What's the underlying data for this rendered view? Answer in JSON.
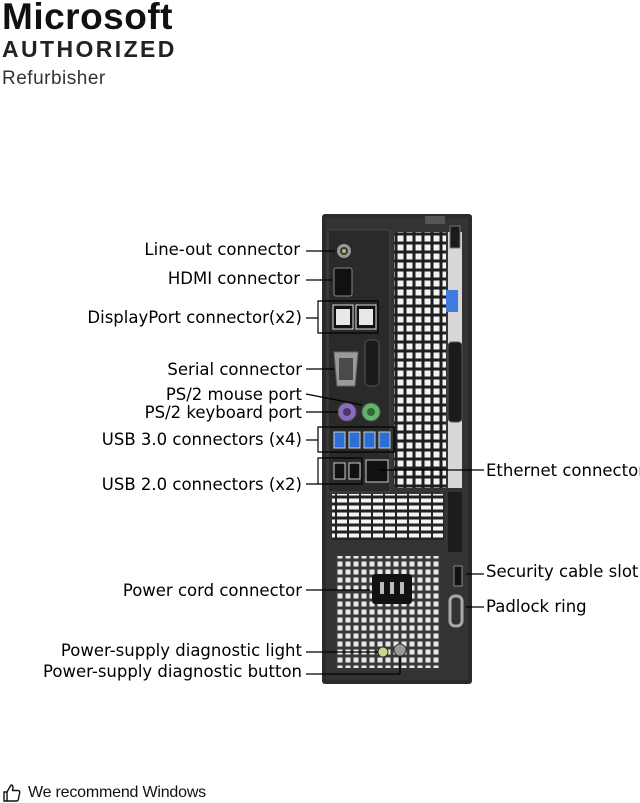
{
  "brand": {
    "name": "Microsoft",
    "status": "AUTHORIZED",
    "role": "Refurbisher"
  },
  "callouts": {
    "line_out": "Line-out connector",
    "hdmi": "HDMI connector",
    "displayport": "DisplayPort connector(x2)",
    "serial": "Serial connector",
    "ps2_mouse": "PS/2 mouse port",
    "ps2_keyboard": "PS/2 keyboard port",
    "usb3": "USB 3.0 connectors (x4)",
    "usb2": "USB 2.0 connectors (x2)",
    "ethernet": "Ethernet connector",
    "power_cord": "Power cord connector",
    "security_slot": "Security cable slot",
    "padlock": "Padlock ring",
    "psu_light": "Power-supply diagnostic light",
    "psu_button": "Power-supply diagnostic button"
  },
  "footer": {
    "icon": "thumbs-up-icon",
    "text": "We recommend Windows"
  },
  "colors": {
    "chassis": "#2b2b2b",
    "usb3_blue": "#2a6fd6",
    "ps2_mouse": "#5fb56a",
    "ps2_keyboard": "#8a6bbf"
  }
}
